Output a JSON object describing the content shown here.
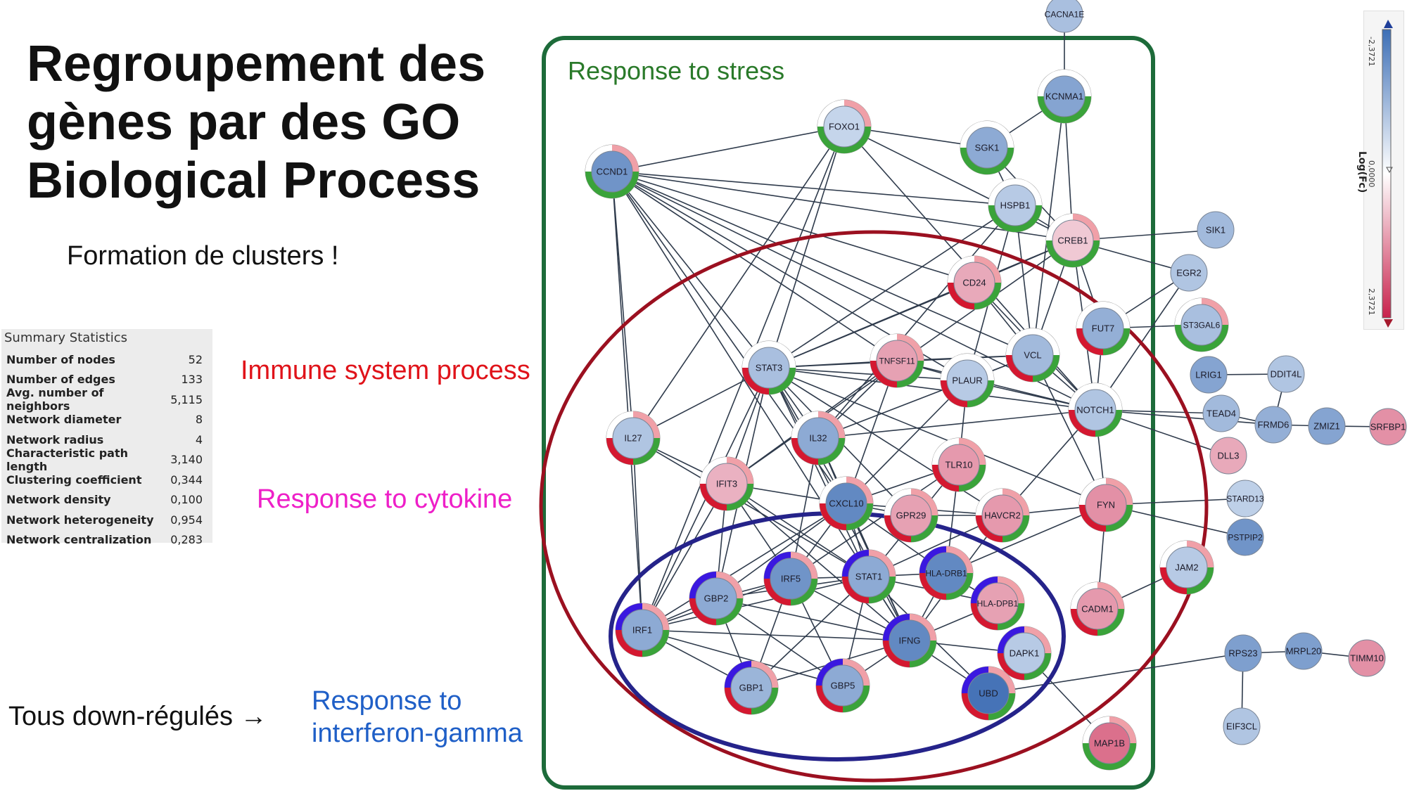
{
  "title": "Regroupement des gènes par des GO Biological Process",
  "subtitle": "Formation de clusters !",
  "summary": {
    "header": "Summary Statistics",
    "rows": [
      {
        "label": "Number of nodes",
        "value": "52"
      },
      {
        "label": "Number of edges",
        "value": "133"
      },
      {
        "label": "Avg. number of neighbors",
        "value": "5,115"
      },
      {
        "label": "Network diameter",
        "value": "8"
      },
      {
        "label": "Network radius",
        "value": "4"
      },
      {
        "label": "Characteristic path length",
        "value": "3,140"
      },
      {
        "label": "Clustering coefficient",
        "value": "0,344"
      },
      {
        "label": "Network density",
        "value": "0,100"
      },
      {
        "label": "Network heterogeneity",
        "value": "0,954"
      },
      {
        "label": "Network centralization",
        "value": "0,283"
      }
    ]
  },
  "labels": {
    "immune": "Immune system process",
    "cytokine": "Response to cytokine",
    "interferon_line1": "Response to",
    "interferon_line2": "interferon-gamma",
    "down": "Tous down-régulés →",
    "stress": "Response to stress"
  },
  "legend": {
    "title": "Log(Fc)",
    "top_value": "-2,3721",
    "mid_value": "0,0000",
    "bottom_value": "2,3721",
    "colors": {
      "blue": "#3d6fb6",
      "white": "#ffffff",
      "red": "#c8224c"
    }
  },
  "colors": {
    "stress_green": "#1d6b3a",
    "immune_red": "#9b1020",
    "ifn_blue": "#25238a",
    "go_green": "#3aa33a",
    "go_red": "#d41830",
    "go_pink": "#f0a0a8",
    "go_blue": "#3a18e0"
  },
  "nodes": [
    {
      "id": "CACNA1E",
      "fc": -0.8,
      "ring": "none"
    },
    {
      "id": "KCNMA1",
      "fc": -1.3,
      "ring": "stress"
    },
    {
      "id": "FOXO1",
      "fc": -0.4,
      "ring": "stress_pink"
    },
    {
      "id": "SGK1",
      "fc": -1.2,
      "ring": "stress"
    },
    {
      "id": "CCND1",
      "fc": -1.6,
      "ring": "stress_pink"
    },
    {
      "id": "HSPB1",
      "fc": -0.6,
      "ring": "stress"
    },
    {
      "id": "CREB1",
      "fc": 0.3,
      "ring": "stress_pink"
    },
    {
      "id": "CD24",
      "fc": 0.7,
      "ring": "imm_stress_pink"
    },
    {
      "id": "SIK1",
      "fc": -0.9,
      "ring": "none"
    },
    {
      "id": "EGR2",
      "fc": -0.7,
      "ring": "none"
    },
    {
      "id": "FUT7",
      "fc": -1.1,
      "ring": "imm_stress"
    },
    {
      "id": "ST3GAL6",
      "fc": -0.8,
      "ring": "stress_pink"
    },
    {
      "id": "STAT3",
      "fc": -0.8,
      "ring": "imm_stress"
    },
    {
      "id": "TNFSF11",
      "fc": 0.8,
      "ring": "imm_stress_pink"
    },
    {
      "id": "VCL",
      "fc": -0.9,
      "ring": "imm_stress"
    },
    {
      "id": "PLAUR",
      "fc": -0.6,
      "ring": "imm_stress"
    },
    {
      "id": "LRIG1",
      "fc": -1.3,
      "ring": "none"
    },
    {
      "id": "DDIT4L",
      "fc": -0.7,
      "ring": "none"
    },
    {
      "id": "NOTCH1",
      "fc": -0.7,
      "ring": "imm_stress"
    },
    {
      "id": "TEAD4",
      "fc": -0.9,
      "ring": "none"
    },
    {
      "id": "FRMD6",
      "fc": -1.1,
      "ring": "none"
    },
    {
      "id": "ZMIZ1",
      "fc": -1.3,
      "ring": "none"
    },
    {
      "id": "SRFBP1",
      "fc": 1.0,
      "ring": "none"
    },
    {
      "id": "IL27",
      "fc": -0.7,
      "ring": "imm_stress_pink"
    },
    {
      "id": "IL32",
      "fc": -1.2,
      "ring": "imm_stress_pink"
    },
    {
      "id": "DLL3",
      "fc": 0.7,
      "ring": "none"
    },
    {
      "id": "TLR10",
      "fc": 0.9,
      "ring": "imm_stress_pink"
    },
    {
      "id": "IFIT3",
      "fc": 0.6,
      "ring": "imm_stress_pink"
    },
    {
      "id": "CXCL10",
      "fc": -1.8,
      "ring": "imm_stress_pink"
    },
    {
      "id": "GPR29",
      "fc": 0.8,
      "ring": "imm_stress_pink"
    },
    {
      "id": "HAVCR2",
      "fc": 0.9,
      "ring": "imm_stress_pink"
    },
    {
      "id": "FYN",
      "fc": 1.0,
      "ring": "imm_stress_pink"
    },
    {
      "id": "STARD13",
      "fc": -0.5,
      "ring": "none"
    },
    {
      "id": "PSTPIP2",
      "fc": -1.6,
      "ring": "none"
    },
    {
      "id": "JAM2",
      "fc": -0.6,
      "ring": "imm_stress_pink"
    },
    {
      "id": "IRF5",
      "fc": -1.6,
      "ring": "ifn"
    },
    {
      "id": "STAT1",
      "fc": -1.2,
      "ring": "ifn"
    },
    {
      "id": "HLA-DRB1",
      "fc": -1.8,
      "ring": "ifn"
    },
    {
      "id": "GBP2",
      "fc": -1.2,
      "ring": "ifn"
    },
    {
      "id": "HLA-DPB1",
      "fc": 0.8,
      "ring": "ifn"
    },
    {
      "id": "IRF1",
      "fc": -1.2,
      "ring": "ifn"
    },
    {
      "id": "IFNG",
      "fc": -1.8,
      "ring": "ifn"
    },
    {
      "id": "CADM1",
      "fc": 0.9,
      "ring": "imm_stress_pink"
    },
    {
      "id": "DAPK1",
      "fc": -0.6,
      "ring": "ifn"
    },
    {
      "id": "RPS23",
      "fc": -1.4,
      "ring": "none"
    },
    {
      "id": "MRPL20",
      "fc": -1.4,
      "ring": "none"
    },
    {
      "id": "TIMM10",
      "fc": 1.0,
      "ring": "none"
    },
    {
      "id": "GBP1",
      "fc": -1.0,
      "ring": "ifn"
    },
    {
      "id": "GBP5",
      "fc": -1.2,
      "ring": "ifn"
    },
    {
      "id": "UBD",
      "fc": -2.2,
      "ring": "ifn"
    },
    {
      "id": "EIF3CL",
      "fc": -0.7,
      "ring": "none"
    },
    {
      "id": "MAP1B",
      "fc": 1.4,
      "ring": "stress_pink"
    }
  ]
}
